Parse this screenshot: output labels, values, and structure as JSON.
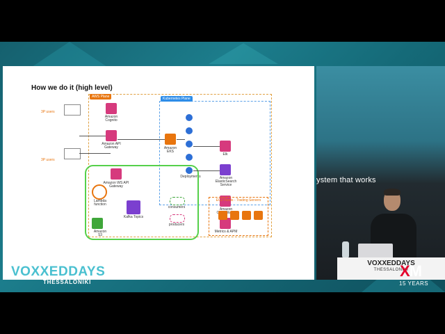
{
  "slide": {
    "title": "How we do it (high level)",
    "aws_plane": "AWS Plane",
    "k8s_plane": "Kubernetes Plane",
    "labels": {
      "cognito": "Amazon Cognito",
      "api_gw": "Amazon API Gateway",
      "ws_api_gw": "Amazon WS API Gateway",
      "eks": "Amazon EKS",
      "elk": "Elk",
      "es": "Amazon ElasticSearch Service",
      "cloudwatch": "Amazon CloudWatch",
      "metrics": "Metrics & APM",
      "lambda": "Lambda function",
      "s3": "Amazon S3",
      "kafka": "Kafka Topics",
      "consumers": "consumers",
      "producers": "producers",
      "deployments": "Deployments",
      "ec2": "EC2 Fleets - Trading Servers",
      "users_left_1": "3P users",
      "users_left_2": "3P users"
    }
  },
  "presenter": {
    "projected_text": "ystem that works",
    "podium_logo": "VOXXEDDAYS",
    "podium_sub": "THESSALONIKI"
  },
  "branding": {
    "event_logo": "VOXXEDDAYS",
    "event_sub": "THESSALONIKI",
    "sponsor_logo_x": "X",
    "sponsor_logo_m": "M",
    "sponsor_sub": "15 YEARS"
  }
}
